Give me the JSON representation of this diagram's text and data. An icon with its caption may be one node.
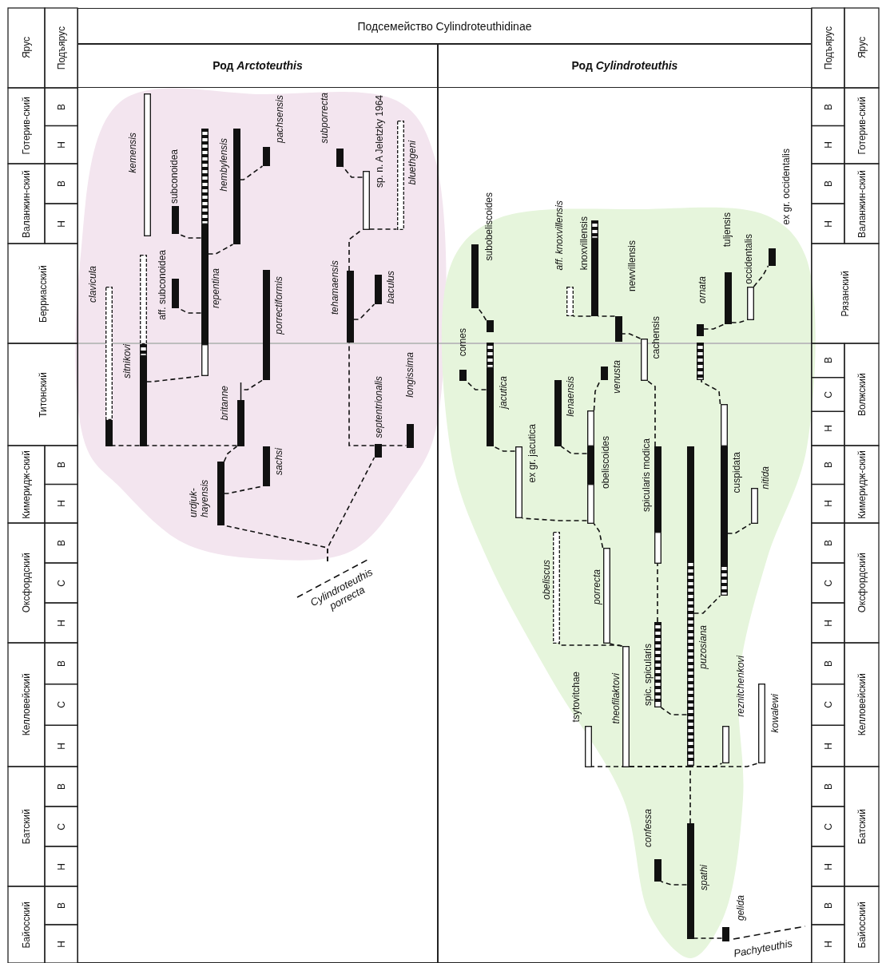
{
  "diagram": {
    "title": "Подсемейство Cylindroteuthidinae",
    "nodes": [
      {
        "text": [
          "Род *Arctoteuthis*"
        ]
      },
      {
        "text": [
          "Род *Cylindroteuthis*"
        ]
      },
      {
        "text": [],
        "shape": "bar",
        "in": 0,
        "beside": [
          "kemensis"
        ]
      },
      {
        "text": [],
        "shape": "bar",
        "in": 0,
        "beside": [
          "subconoidea"
        ]
      },
      {
        "text": [],
        "shape": "bar",
        "in": 0,
        "beside": [
          "repentina"
        ]
      },
      {
        "text": [],
        "shape": "bar",
        "in": 0,
        "beside": [
          "hembylensis"
        ]
      },
      {
        "text": [],
        "shape": "bar",
        "in": 0,
        "beside": [
          "pachsensis"
        ]
      },
      {
        "text": [],
        "shape": "bar",
        "in": 0,
        "beside": [
          "subporrecta"
        ]
      },
      {
        "text": [],
        "shape": "bar",
        "in": 0,
        "beside": [
          "sp. n. A Jeletzky 1964"
        ]
      },
      {
        "text": [],
        "shape": "bar",
        "in": 0,
        "beside": [
          "bluethgeni"
        ]
      },
      {
        "text": [],
        "shape": "bar",
        "in": 0,
        "beside": [
          "clavicula"
        ]
      },
      {
        "text": [],
        "shape": "bar",
        "in": 0,
        "beside": [
          "aff. subconoidea"
        ]
      },
      {
        "text": [],
        "shape": "bar",
        "in": 0,
        "beside": [
          "sitnikovi"
        ]
      },
      {
        "text": [],
        "shape": "bar",
        "in": 0,
        "beside": [
          "porrectiformis"
        ]
      },
      {
        "text": [],
        "shape": "bar",
        "in": 0,
        "beside": [
          "tehamaensis"
        ]
      },
      {
        "text": [],
        "shape": "bar",
        "in": 0,
        "beside": [
          "baculus"
        ]
      },
      {
        "text": [],
        "shape": "bar",
        "in": 0,
        "beside": [
          "britanne"
        ]
      },
      {
        "text": [],
        "shape": "bar",
        "in": 0,
        "beside": [
          "longissima"
        ]
      },
      {
        "text": [],
        "shape": "bar",
        "in": 0,
        "beside": [
          "septentrionalis"
        ]
      },
      {
        "text": [],
        "shape": "bar",
        "in": 0,
        "beside": [
          "sachsi"
        ]
      },
      {
        "text": [],
        "shape": "bar",
        "in": 0,
        "beside": [
          "urdjuk-hayensis"
        ]
      },
      {
        "text": [
          "Cylindroteuthis porrecta"
        ],
        "in": 0
      },
      {
        "text": [],
        "shape": "bar",
        "in": 1,
        "beside": [
          "subobeliscoides"
        ]
      },
      {
        "text": [],
        "shape": "bar",
        "in": 1,
        "beside": [
          "aff. knoxvillensis"
        ]
      },
      {
        "text": [],
        "shape": "bar",
        "in": 1,
        "beside": [
          "knoxvillensis"
        ]
      },
      {
        "text": [],
        "shape": "bar",
        "in": 1,
        "beside": [
          "tuljensis"
        ]
      },
      {
        "text": [],
        "shape": "bar",
        "in": 1,
        "beside": [
          "occidentalis"
        ]
      },
      {
        "text": [],
        "shape": "bar",
        "in": 1,
        "beside": [
          "ex gr. occidentalis"
        ]
      },
      {
        "text": [],
        "shape": "bar",
        "in": 1,
        "beside": [
          "newvillensis"
        ]
      },
      {
        "text": [],
        "shape": "bar",
        "in": 1,
        "beside": [
          "ornata"
        ]
      },
      {
        "text": [],
        "shape": "bar",
        "in": 1,
        "beside": [
          "comes"
        ]
      },
      {
        "text": [],
        "shape": "bar",
        "in": 1,
        "beside": [
          "jacutica"
        ]
      },
      {
        "text": [],
        "shape": "bar",
        "in": 1,
        "beside": [
          "cachensis"
        ]
      },
      {
        "text": [],
        "shape": "bar",
        "in": 1,
        "beside": [
          "venusta"
        ]
      },
      {
        "text": [],
        "shape": "bar",
        "in": 1,
        "beside": [
          "lenaensis"
        ]
      },
      {
        "text": [],
        "shape": "bar",
        "in": 1,
        "beside": [
          "obeliscoides"
        ]
      },
      {
        "text": [],
        "shape": "bar",
        "in": 1,
        "beside": [
          "ex gr. jacutica"
        ]
      },
      {
        "text": [],
        "shape": "bar",
        "in": 1,
        "beside": [
          "spicularis modica"
        ]
      },
      {
        "text": [],
        "shape": "bar",
        "in": 1,
        "beside": [
          "puzosiana"
        ]
      },
      {
        "text": [],
        "shape": "bar",
        "in": 1,
        "beside": [
          "cuspidata"
        ]
      },
      {
        "text": [],
        "shape": "bar",
        "in": 1,
        "beside": [
          "nitida"
        ]
      },
      {
        "text": [],
        "shape": "bar",
        "in": 1,
        "beside": [
          "obeliscus"
        ]
      },
      {
        "text": [],
        "shape": "bar",
        "in": 1,
        "beside": [
          "porrecta"
        ]
      },
      {
        "text": [],
        "shape": "bar",
        "in": 1,
        "beside": [
          "theofilaktovi"
        ]
      },
      {
        "text": [],
        "shape": "bar",
        "in": 1,
        "beside": [
          "spic. spicularis"
        ]
      },
      {
        "text": [],
        "shape": "bar",
        "in": 1,
        "beside": [
          "tsytovitchae"
        ]
      },
      {
        "text": [],
        "shape": "bar",
        "in": 1,
        "beside": [
          "reznitchenkovi"
        ]
      },
      {
        "text": [],
        "shape": "bar",
        "in": 1,
        "beside": [
          "kowalewi"
        ]
      },
      {
        "text": [],
        "shape": "bar",
        "in": 1,
        "beside": [
          "confessa"
        ]
      },
      {
        "text": [],
        "shape": "bar",
        "in": 1,
        "beside": [
          "spathi"
        ]
      },
      {
        "text": [],
        "shape": "bar",
        "in": 1,
        "beside": [
          "gelida"
        ]
      }
    ],
    "edges": [
      {
        "from": 21,
        "to": 20,
        "arrow": "none"
      },
      {
        "from": 21,
        "to": 18,
        "arrow": "none"
      },
      {
        "from": 20,
        "to": 19,
        "arrow": "none"
      },
      {
        "from": 20,
        "to": 16,
        "arrow": "none"
      },
      {
        "from": 16,
        "to": 12,
        "arrow": "none"
      },
      {
        "from": 12,
        "to": 10,
        "arrow": "none"
      },
      {
        "from": 16,
        "to": 13,
        "arrow": "none"
      },
      {
        "from": 12,
        "to": 4,
        "arrow": "none"
      },
      {
        "from": 4,
        "to": 11,
        "arrow": "none"
      },
      {
        "from": 4,
        "to": 3,
        "arrow": "none"
      },
      {
        "from": 4,
        "to": 5,
        "arrow": "none"
      },
      {
        "from": 5,
        "to": 6,
        "arrow": "none"
      },
      {
        "from": 18,
        "to": 14,
        "arrow": "none"
      },
      {
        "from": 18,
        "to": 17,
        "arrow": "none"
      },
      {
        "from": 14,
        "to": 15,
        "arrow": "none"
      },
      {
        "from": 14,
        "to": 8,
        "arrow": "none"
      },
      {
        "from": 8,
        "to": 7,
        "arrow": "none"
      },
      {
        "from": 8,
        "to": 9,
        "arrow": "none"
      },
      {
        "from": 50,
        "to": 49,
        "arrow": "none"
      },
      {
        "from": 49,
        "to": 48,
        "arrow": "none"
      },
      {
        "from": 49,
        "to": 38,
        "arrow": "none"
      },
      {
        "from": 38,
        "to": 45,
        "arrow": "none"
      },
      {
        "from": 38,
        "to": 43,
        "arrow": "none"
      },
      {
        "from": 38,
        "to": 46,
        "arrow": "none"
      },
      {
        "from": 38,
        "to": 47,
        "arrow": "none"
      },
      {
        "from": 38,
        "to": 44,
        "arrow": "none"
      },
      {
        "from": 44,
        "to": 37,
        "arrow": "none"
      },
      {
        "from": 37,
        "to": 32,
        "arrow": "none"
      },
      {
        "from": 38,
        "to": 39,
        "arrow": "none"
      },
      {
        "from": 39,
        "to": 40,
        "arrow": "none"
      },
      {
        "from": 39,
        "to": 29,
        "arrow": "none"
      },
      {
        "from": 29,
        "to": 25,
        "arrow": "none"
      },
      {
        "from": 25,
        "to": 26,
        "arrow": "none"
      },
      {
        "from": 26,
        "to": 27,
        "arrow": "none"
      },
      {
        "from": 43,
        "to": 42,
        "arrow": "none"
      },
      {
        "from": 43,
        "to": 41,
        "arrow": "none"
      },
      {
        "from": 42,
        "to": 35,
        "arrow": "none"
      },
      {
        "from": 35,
        "to": 36,
        "arrow": "none"
      },
      {
        "from": 36,
        "to": 31,
        "arrow": "none"
      },
      {
        "from": 31,
        "to": 30,
        "arrow": "none"
      },
      {
        "from": 31,
        "to": 22,
        "arrow": "none"
      },
      {
        "from": 35,
        "to": 34,
        "arrow": "none"
      },
      {
        "from": 35,
        "to": 33,
        "arrow": "none"
      },
      {
        "from": 32,
        "to": 28,
        "arrow": "none"
      },
      {
        "from": 28,
        "to": 24,
        "arrow": "none"
      },
      {
        "from": 24,
        "to": 23,
        "arrow": "none"
      }
    ],
    "labels": [
      "Ярус",
      "Подъярус",
      "Готерив-ский",
      "В",
      "Н",
      "Валанжин-ский",
      "В",
      "Н",
      "Берриасский",
      "Титонский",
      "Кимеридж-ский",
      "В",
      "Н",
      "Оксфордский",
      "В",
      "С",
      "Н",
      "Келловейский",
      "В",
      "С",
      "Н",
      "Батский",
      "В",
      "С",
      "Н",
      "Байосский",
      "В",
      "Н",
      "Подъярус",
      "Ярус",
      "Готерив-ский",
      "В",
      "Н",
      "Валанжин-ский",
      "В",
      "Н",
      "Рязанский",
      "Волжский",
      "В",
      "С",
      "Н",
      "Кимеридж-ский",
      "В",
      "Н",
      "Оксфордский",
      "В",
      "С",
      "Н",
      "Келловейский",
      "В",
      "С",
      "Н",
      "Батский",
      "В",
      "С",
      "Н",
      "Байосский",
      "В",
      "Н",
      "Pachyteuthis"
    ]
  }
}
